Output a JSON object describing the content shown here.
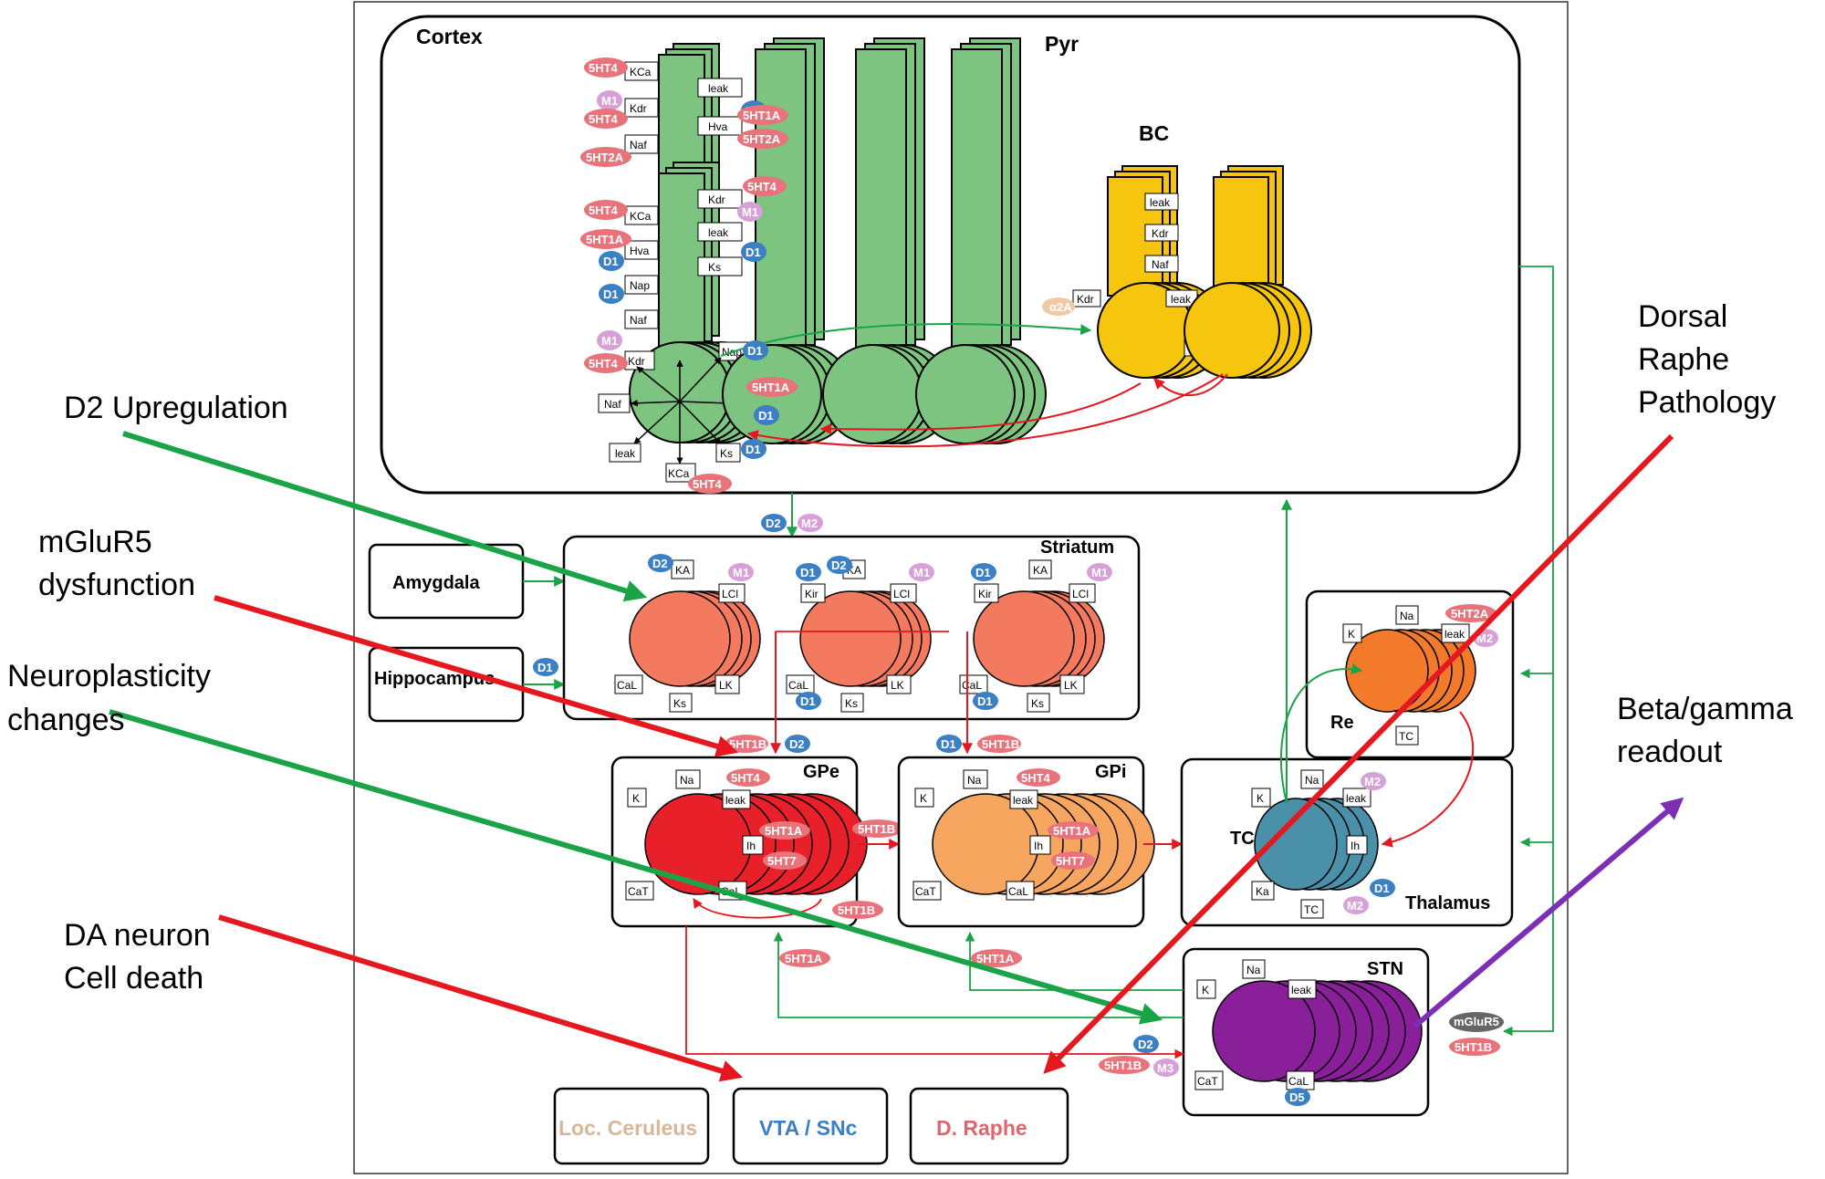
{
  "regions": {
    "cortex": "Cortex",
    "pyr": "Pyr",
    "bc": "BC",
    "striatum": "Striatum",
    "amygdala": "Amygdala",
    "hippocampus": "Hippocampus",
    "gpe": "GPe",
    "gpi": "GPi",
    "re": "Re",
    "tc": "TC",
    "thalamus": "Thalamus",
    "stn": "STN"
  },
  "nuclei": {
    "loc_ceruleus": "Loc. Ceruleus",
    "vta_snc": "VTA / SNc",
    "d_raphe": "D. Raphe"
  },
  "annotations": {
    "d2_upregulation": "D2 Upregulation",
    "mglur5_line1": "mGluR5",
    "mglur5_line2": "dysfunction",
    "neuroplasticity_line1": "Neuroplasticity",
    "neuroplasticity_line2": "changes",
    "da_neuron_line1": "DA neuron",
    "da_neuron_line2": "Cell death",
    "dorsal_raphe_line1": "Dorsal",
    "dorsal_raphe_line2": "Raphe",
    "dorsal_raphe_line3": "Pathology",
    "beta_gamma_line1": "Beta/gamma",
    "beta_gamma_line2": "readout"
  },
  "channels": {
    "kca": "KCa",
    "kdr": "Kdr",
    "leak": "leak",
    "hva": "Hva",
    "naf": "Naf",
    "nap": "Nap",
    "ks": "Ks",
    "ka": "KA",
    "kir": "Kir",
    "lcl": "LCl",
    "lk": "LK",
    "cal": "CaL",
    "cat": "CaT",
    "na": "Na",
    "k": "K",
    "ih": "Ih",
    "tc": "TC",
    "ka_low": "Ka"
  },
  "receptors": {
    "r5ht4": "5HT4",
    "r5ht1a": "5HT1A",
    "r5ht2a": "5HT2A",
    "r5ht1b": "5HT1B",
    "r5ht7": "5HT7",
    "m1": "M1",
    "m2": "M2",
    "m3": "M3",
    "d1": "D1",
    "d2": "D2",
    "d5": "D5",
    "a2a": "α2A",
    "mglur5": "mGluR5"
  },
  "colors": {
    "pyr_green": "#7cc47f",
    "bc_yellow": "#f6c50e",
    "striatum_salmon": "#f47a5f",
    "gpe_red": "#e8202a",
    "gpi_orange": "#f7a660",
    "re_orange": "#f27a2a",
    "tc_teal": "#4a90a8",
    "stn_purple": "#8a1f9a",
    "serotonin_pill": "#e8737b",
    "dopamine_pill": "#3b7fc4",
    "muscarinic_pill": "#d7a0d7",
    "arrow_green": "#1aa347",
    "arrow_red": "#e5171f",
    "arrow_purple": "#7b2fb5",
    "loc_ceruleus": "#d7b79a",
    "vta_snc": "#3b7fc4",
    "d_raphe": "#e0666e"
  }
}
